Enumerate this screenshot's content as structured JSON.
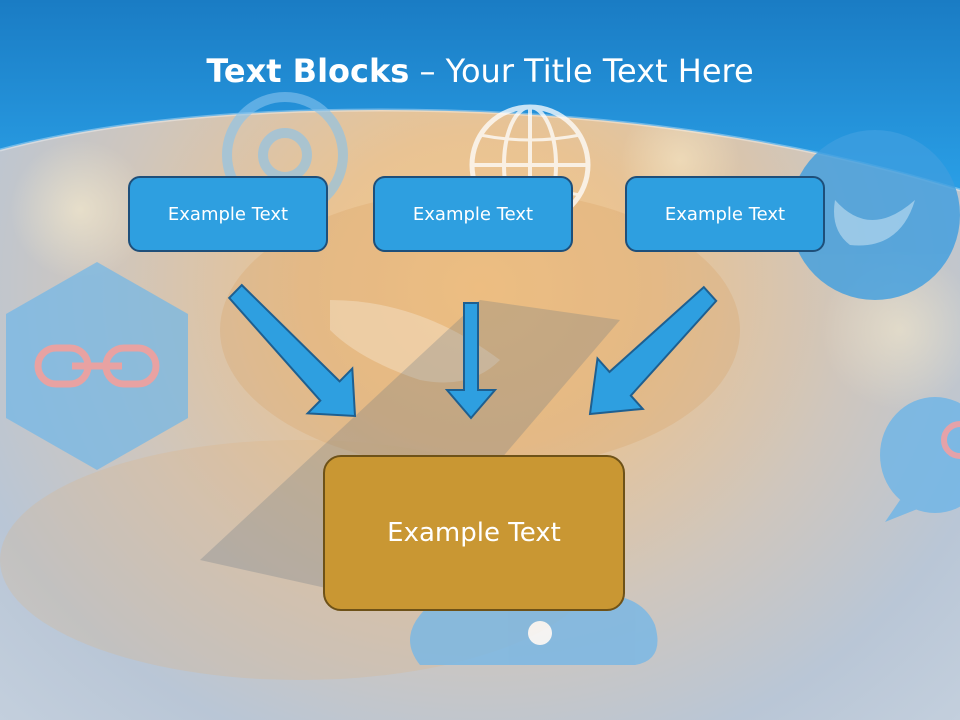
{
  "slide": {
    "title_bold": "Text Blocks",
    "title_rest": " – Your Title Text Here",
    "boxes": [
      "Example Text",
      "Example Text",
      "Example Text"
    ],
    "main_box": "Example Text"
  },
  "colors": {
    "header_blue": "#2196db",
    "box_blue": "#2e9fe0",
    "box_border": "#1e4f7a",
    "main_box": "#c99733",
    "arrow": "#2e9fe0"
  },
  "icons": [
    "link-icon",
    "globe-icon",
    "twitter-icon",
    "chat-icon",
    "cloud-icon",
    "at-icon"
  ]
}
